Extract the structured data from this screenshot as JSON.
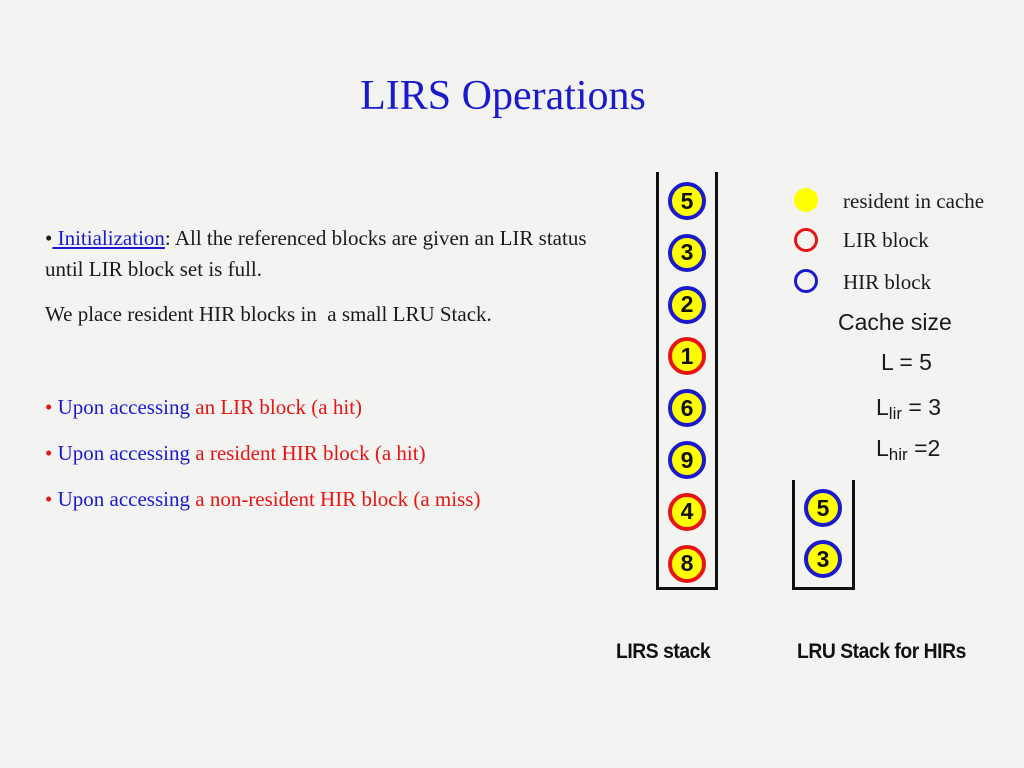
{
  "title": "LIRS Operations",
  "init": {
    "bullet": "•",
    "term": " Initialization",
    "text": ": All the referenced blocks are given an LIR status until LIR block set is full."
  },
  "placement": "We place resident HIR blocks in  a small LRU Stack.",
  "bullets": [
    {
      "bullet": "•",
      "prefix": " Upon accessing ",
      "highlight": "an LIR block (a hit)"
    },
    {
      "bullet": "•",
      "prefix": " Upon accessing ",
      "highlight": "a resident HIR block (a hit)"
    },
    {
      "bullet": "•",
      "prefix": " Upon accessing ",
      "highlight": "a non-resident HIR block (a miss)"
    }
  ],
  "lirs_stack": {
    "caption": "LIRS stack",
    "blocks": [
      {
        "label": "5",
        "status": "HIR"
      },
      {
        "label": "3",
        "status": "HIR"
      },
      {
        "label": "2",
        "status": "HIR"
      },
      {
        "label": "1",
        "status": "LIR"
      },
      {
        "label": "6",
        "status": "HIR"
      },
      {
        "label": "9",
        "status": "HIR"
      },
      {
        "label": "4",
        "status": "LIR"
      },
      {
        "label": "8",
        "status": "LIR"
      }
    ]
  },
  "lru_stack": {
    "caption": "LRU Stack for HIRs",
    "blocks": [
      {
        "label": "5",
        "status": "HIR"
      },
      {
        "label": "3",
        "status": "HIR"
      }
    ]
  },
  "legend": {
    "resident": "resident in cache",
    "lir": "LIR block",
    "hir": "HIR block"
  },
  "cache": {
    "title": "Cache size",
    "total": "L = 5",
    "lir_base": "L",
    "lir_sub": "lir",
    "lir_value": " = 3",
    "hir_base": "L",
    "hir_sub": "hir",
    "hir_value": " =2"
  },
  "colors": {
    "title": "#1a1acc",
    "highlight": "#e81414",
    "resident_fill": "#ffff00",
    "lir_ring": "#e81414",
    "hir_ring": "#1a1acc",
    "background": "#f3f4f2"
  }
}
